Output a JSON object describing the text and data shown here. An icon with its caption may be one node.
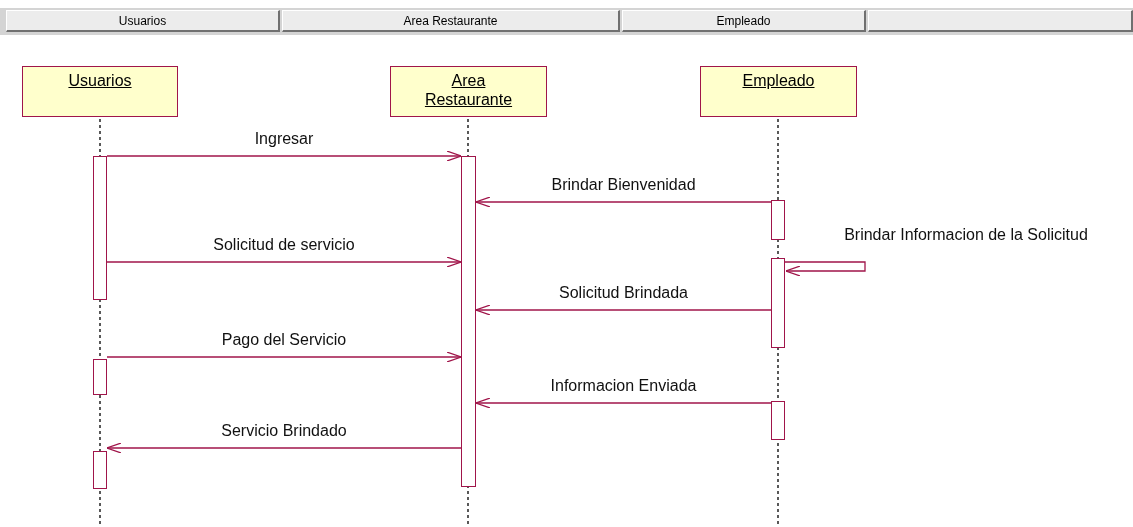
{
  "diagram": {
    "nodes": [
      {
        "text": [
          "Usuarios"
        ]
      },
      {
        "text": [
          "Area Restaurante"
        ]
      },
      {
        "text": [
          "Empleado"
        ]
      },
      {
        "text": [],
        "shape": "box"
      },
      {
        "text": [
          "Usuarios"
        ]
      },
      {
        "text": [
          "Area Restaurante"
        ]
      },
      {
        "text": [
          "Empleado"
        ]
      },
      {
        "text": [],
        "shape": "bar"
      },
      {
        "text": [],
        "shape": "bar"
      },
      {
        "text": [],
        "shape": "bar"
      },
      {
        "text": [],
        "shape": "bar"
      },
      {
        "text": [],
        "shape": "bar"
      },
      {
        "text": [],
        "shape": "bar"
      },
      {
        "text": [],
        "shape": "bar"
      }
    ],
    "edges": [
      {
        "from": 7,
        "to": 10,
        "arrow": "to",
        "label": "Ingresar"
      },
      {
        "from": 11,
        "to": 10,
        "arrow": "to",
        "label": "Brindar Bienvenidad"
      },
      {
        "from": 7,
        "to": 10,
        "arrow": "to",
        "label": "Solicitud de servicio"
      },
      {
        "from": 12,
        "to": 12,
        "arrow": "to",
        "label": "Brindar Informacion de la Solicitud"
      },
      {
        "from": 12,
        "to": 10,
        "arrow": "to",
        "label": "Solicitud Brindada"
      },
      {
        "from": 8,
        "to": 10,
        "arrow": "to",
        "label": "Pago del Servicio"
      },
      {
        "from": 13,
        "to": 10,
        "arrow": "to",
        "label": "Informacion Enviada"
      },
      {
        "from": 10,
        "to": 9,
        "arrow": "to",
        "label": "Servicio Brindado"
      }
    ]
  }
}
